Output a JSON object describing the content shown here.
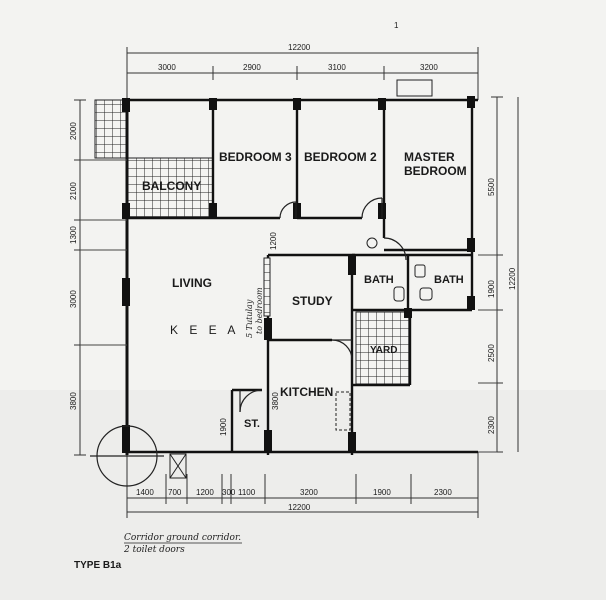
{
  "plan": {
    "title": "TYPE B1a",
    "corner_mark": "1",
    "watermark": "K E E   A",
    "rooms": {
      "bedroom3": "BEDROOM 3",
      "bedroom2": "BEDROOM 2",
      "master_line1": "MASTER",
      "master_line2": "BEDROOM",
      "balcony": "BALCONY",
      "living": "LIVING",
      "study": "STUDY",
      "bath1": "BATH",
      "bath2": "BATH",
      "yard": "YARD",
      "kitchen": "KITCHEN",
      "store": "ST."
    },
    "dimensions": {
      "top_total": "12200",
      "top_segments": [
        "3000",
        "2900",
        "3100",
        "3200"
      ],
      "left_segments": [
        "2000",
        "2100",
        "1300",
        "3000",
        "3800"
      ],
      "right_total": "12200",
      "right_segments": [
        "5500",
        "1900",
        "2500",
        "2300"
      ],
      "bottom_total": "12200",
      "bottom_segments": [
        "1400",
        "700",
        "1200",
        "300",
        "1100",
        "3200",
        "1900",
        "2300"
      ],
      "study_1200": "1200",
      "kitchen_3800": "3800",
      "store_1900": "1900"
    },
    "annotations": {
      "study_vertical_1": "5 Tutulay",
      "study_vertical_2": "to bedroom",
      "note_line1": "Corridor ground corridor.",
      "note_line2": "2 toilet doors"
    }
  }
}
